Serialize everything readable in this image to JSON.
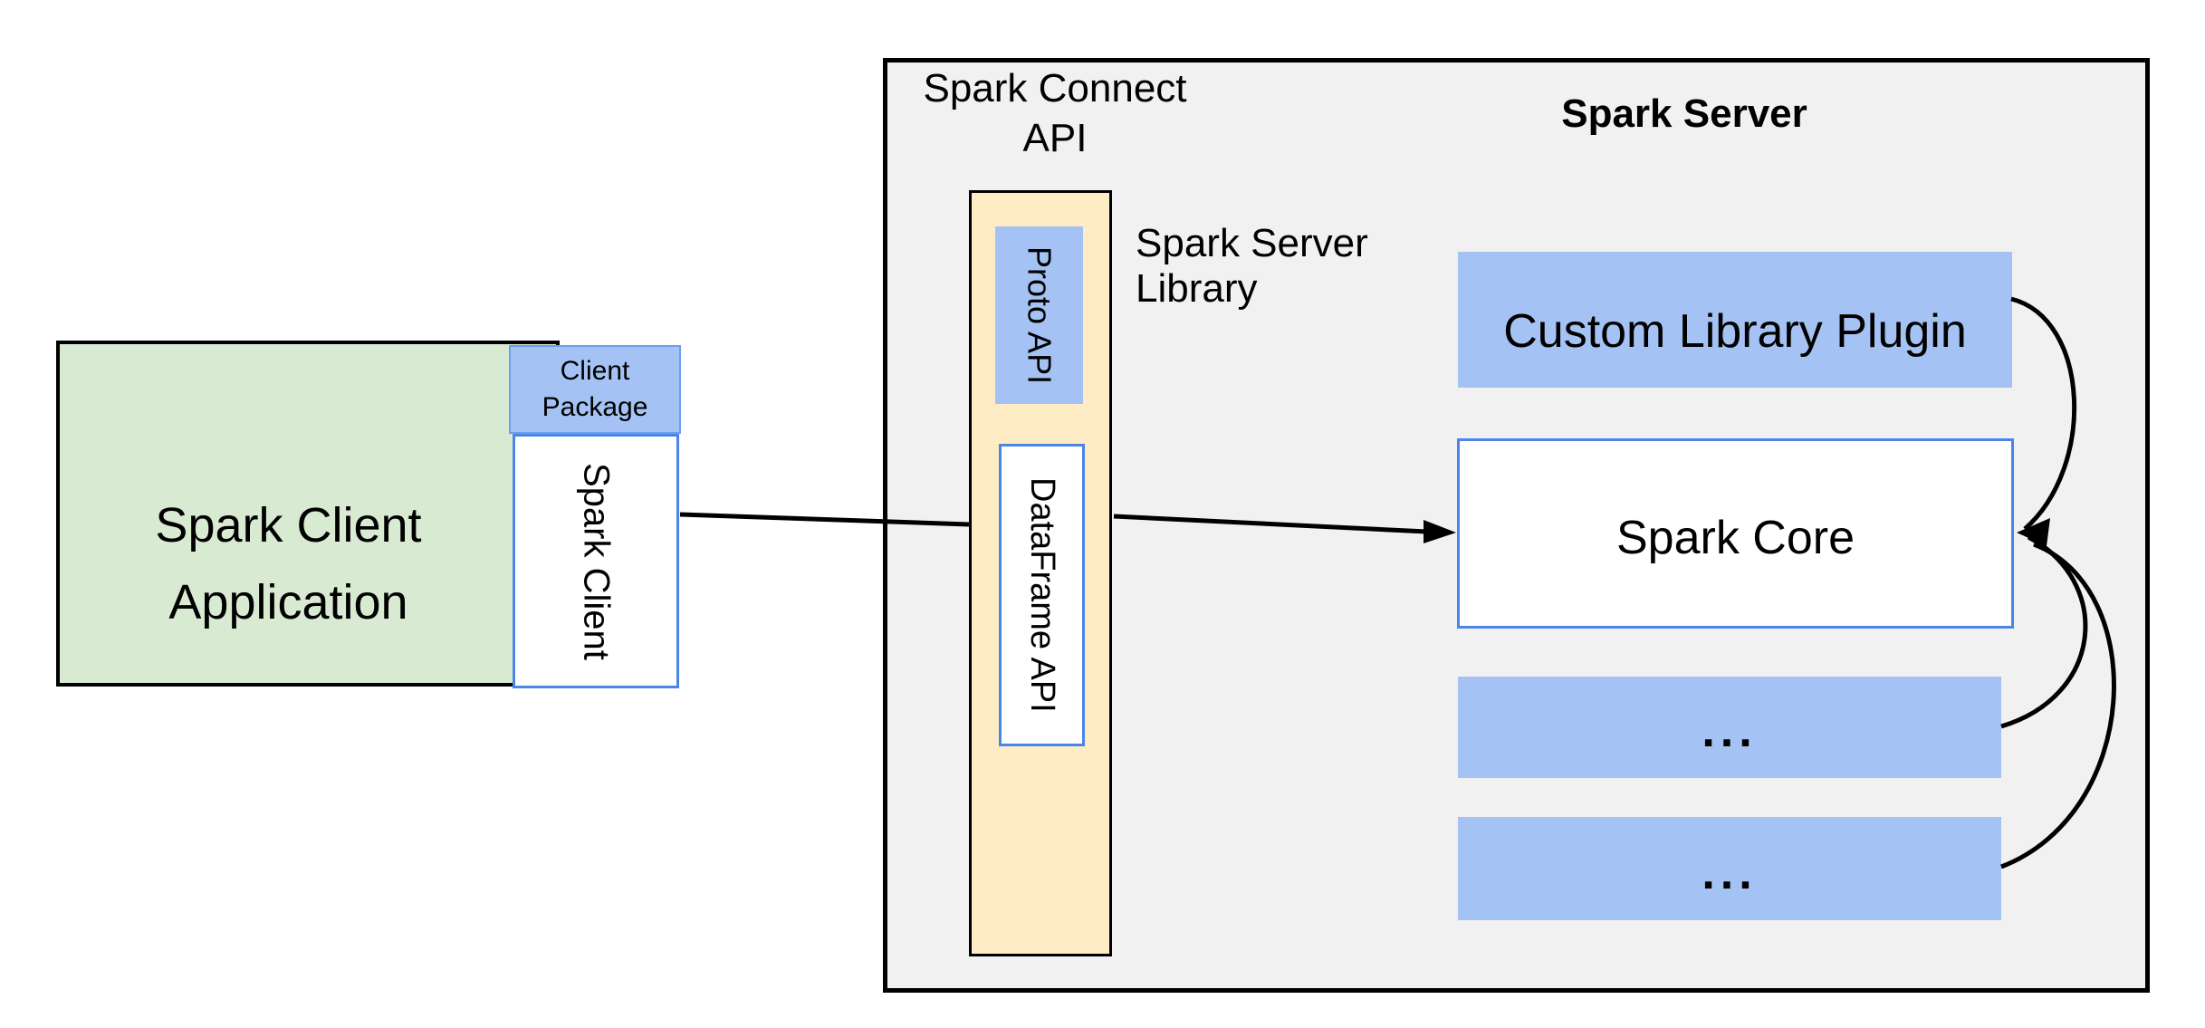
{
  "colors": {
    "background": "#ffffff",
    "panel_gray": "#f1f1f2",
    "client_green": "#d9ead3",
    "blue_fill": "#a4c2f4",
    "blue_border": "#4a86e8",
    "package_border": "#6d9eeb",
    "library_yellow": "#fdecc4",
    "outline_black": "#000000"
  },
  "client": {
    "application_label": "Spark Client\nApplication",
    "package_label": "Client\nPackage",
    "spark_client_label": "Spark Client"
  },
  "connect_api": {
    "title": "Spark Connect\nAPI",
    "proto_api_label": "Proto API",
    "dataframe_api_label": "DataFrame API",
    "server_library_label": "Spark Server\nLibrary"
  },
  "server": {
    "title": "Spark Server",
    "custom_plugin_label": "Custom Library Plugin",
    "spark_core_label": "Spark Core",
    "ellipsis_1": "...",
    "ellipsis_2": "..."
  }
}
